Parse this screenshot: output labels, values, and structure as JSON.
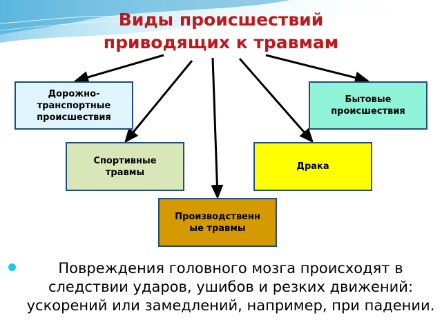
{
  "slide": {
    "title_line1": "Виды происшествий",
    "title_line2": "приводящих к травмам",
    "boxes": {
      "road": "Дорожно-\nтранспортные\nпроисшествия",
      "home": "Бытовые\nпроисшествия",
      "sport": "Спортивные\nтравмы",
      "fight": "Драка",
      "work": "Производственн\nые травмы"
    },
    "bullet_text": "Повреждения головного мозга происходят в следствии ударов, ушибов и резких движений: ускорений или замедлений, например, при падении."
  },
  "colors": {
    "title": "#c0171b",
    "box_border": "#1f4e79",
    "road_fill": "#dff4fb",
    "home_fill": "#8ff4d8",
    "sport_fill": "#d9e6b7",
    "fight_fill": "#ffff00",
    "work_fill": "#d49a00",
    "bullet": "#1ec8e8"
  }
}
